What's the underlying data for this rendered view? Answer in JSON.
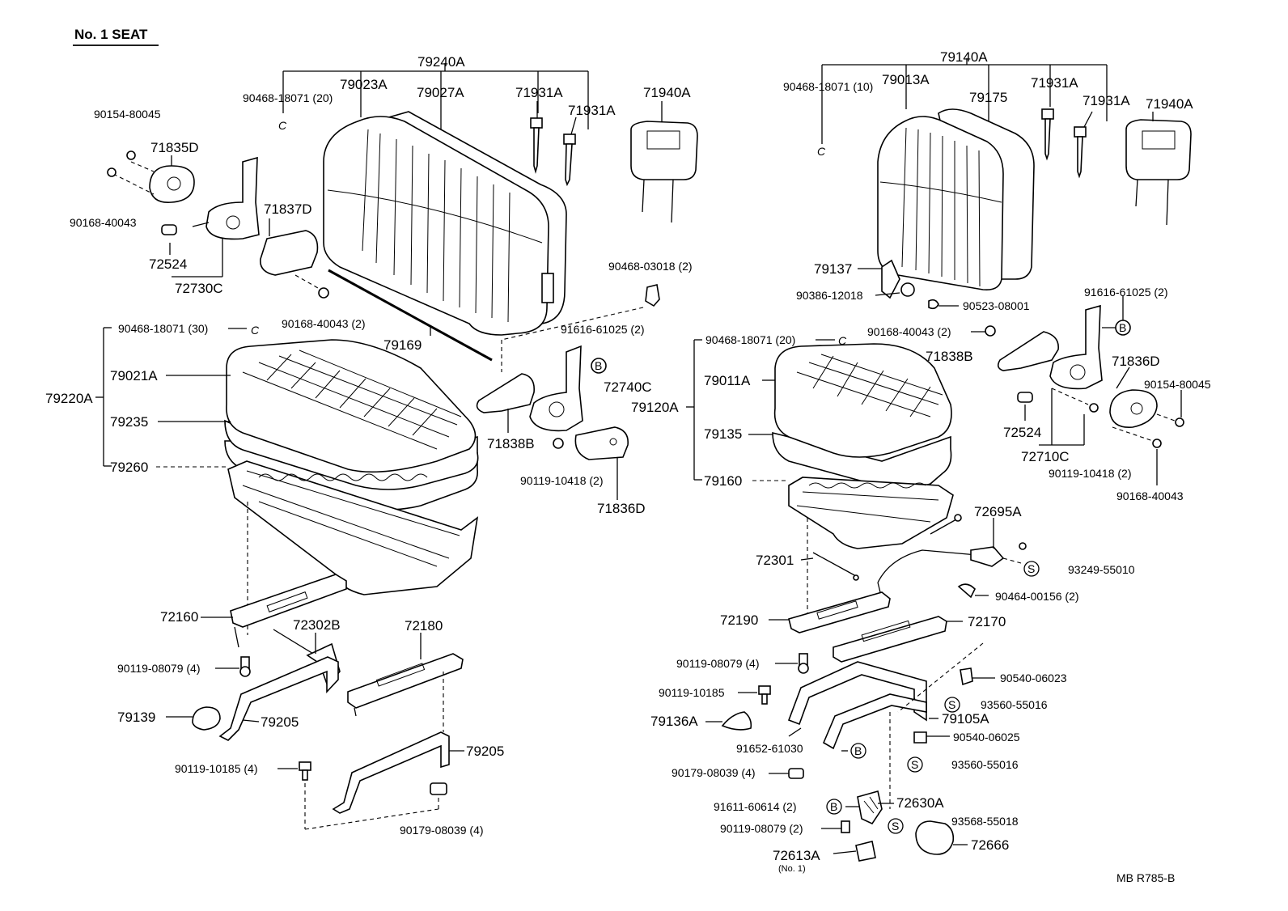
{
  "title": "No. 1 SEAT",
  "footer": "MB  R785-B",
  "badges": {
    "b": "B",
    "s": "S",
    "c": "C"
  },
  "left": {
    "back_assy": "79240A",
    "back_cover": "79023A",
    "back_pad": "79027A",
    "hog_ring_back": "90468-18071 (20)",
    "support_a": "71931A",
    "support_b": "71931A",
    "headrest": "71940A",
    "screw_a": "90154-80045",
    "cover_d": "71835D",
    "bolt_a": "90168-40043",
    "hinge_cover": "71837D",
    "knob": "72524",
    "adjuster": "72730C",
    "bolt_b": "90168-40043 (2)",
    "rod": "79169",
    "clip": "90468-03018 (2)",
    "bolt_c": "91616-61025 (2)",
    "hog_ring_cush": "90468-18071 (30)",
    "cushion_assy": "79220A",
    "cush_cover": "79021A",
    "cush_pad": "79235",
    "cush_frame": "79260",
    "recliner": "72740C",
    "bracket": "71838B",
    "bolt_d": "90119-10418 (2)",
    "cover_e": "71836D",
    "track_a": "72160",
    "cable": "72302B",
    "track_b": "72180",
    "bolt_e": "90119-08079 (4)",
    "cap": "79139",
    "leg_a": "79205",
    "leg_b": "79205",
    "bolt_f": "90119-10185 (4)",
    "nut": "90179-08039 (4)"
  },
  "right": {
    "back_assy": "79140A",
    "hog_ring_back": "90468-18071 (10)",
    "back_cover": "79013A",
    "back_pad": "79175",
    "support_a": "71931A",
    "support_b": "71931A",
    "headrest": "71940A",
    "guide": "79137",
    "bolt_a": "90386-12018",
    "clip_a": "90523-08001",
    "bolt_b": "91616-61025 (2)",
    "bolt_c": "90168-40043 (2)",
    "bracket": "71838B",
    "hog_ring_cush": "90468-18071 (20)",
    "cover_d": "71836D",
    "screw_a": "90154-80045",
    "cush_cover": "79011A",
    "cushion_assy": "79120A",
    "knob": "72524",
    "cush_pad": "79135",
    "adjuster": "72710C",
    "bolt_d": "90119-10418 (2)",
    "bolt_e": "90168-40043",
    "cush_frame": "79160",
    "cable_b": "72695A",
    "cable_a": "72301",
    "clip_b": "93249-55010",
    "clip_c": "90464-00156 (2)",
    "track_a": "72190",
    "track_b": "72170",
    "bolt_f": "90119-08079 (4)",
    "clip_d": "90540-06023",
    "bolt_g": "90119-10185",
    "bush_a": "93560-55016",
    "cover_a": "79136A",
    "leg": "79105A",
    "bolt_h": "91652-61030",
    "clip_e": "90540-06025",
    "bush_b": "93560-55016",
    "nut": "90179-08039 (4)",
    "bolt_i": "91611-60614 (2)",
    "stopper": "72630A",
    "bush_c": "93568-55018",
    "bolt_j": "90119-08079 (2)",
    "striker": "72613A",
    "striker_note": "(No. 1)",
    "cover_b": "72666"
  }
}
